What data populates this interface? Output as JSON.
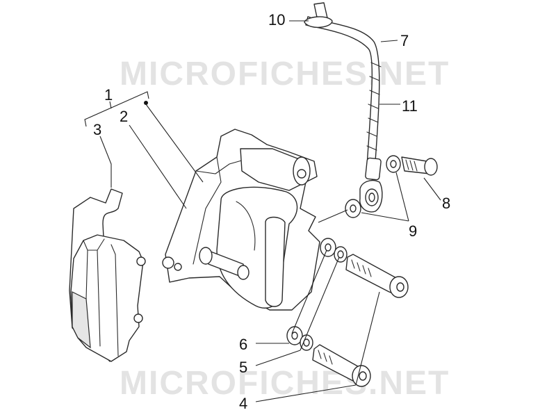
{
  "watermark": {
    "text": "MICROFICHES.NET"
  },
  "callouts": [
    {
      "id": "1",
      "label": "1"
    },
    {
      "id": "2",
      "label": "2"
    },
    {
      "id": "3",
      "label": "3"
    },
    {
      "id": "4",
      "label": "4"
    },
    {
      "id": "5",
      "label": "5"
    },
    {
      "id": "6",
      "label": "6"
    },
    {
      "id": "7",
      "label": "7"
    },
    {
      "id": "8",
      "label": "8"
    },
    {
      "id": "9",
      "label": "9"
    },
    {
      "id": "10",
      "label": "10"
    },
    {
      "id": "11",
      "label": "11"
    }
  ],
  "colors": {
    "line": "#2a2a2a",
    "watermark": "#e3e3e3"
  }
}
